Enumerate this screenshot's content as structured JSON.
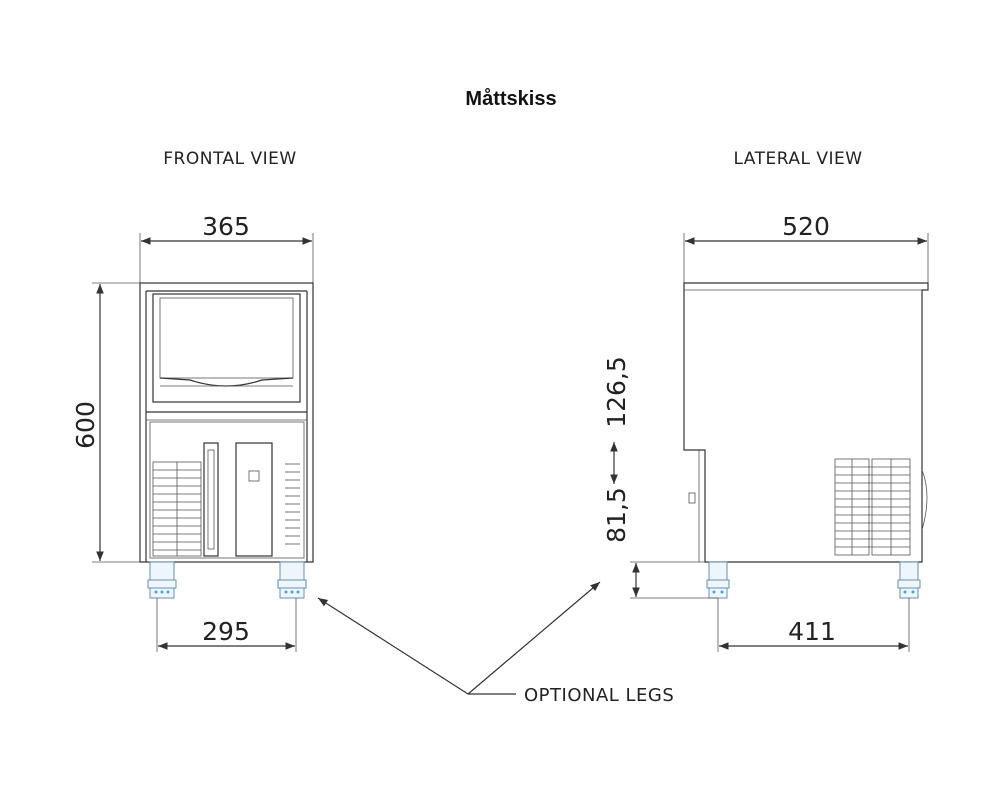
{
  "title": "Måttskiss",
  "views": {
    "frontal": "FRONTAL VIEW",
    "lateral": "LATERAL VIEW"
  },
  "dimensions": {
    "front_width": "365",
    "front_height": "600",
    "front_leg_spacing": "295",
    "side_depth": "520",
    "side_leg_spacing": "411",
    "side_height_min": "81,5",
    "side_height_max": "126,5"
  },
  "callout": "OPTIONAL LEGS"
}
